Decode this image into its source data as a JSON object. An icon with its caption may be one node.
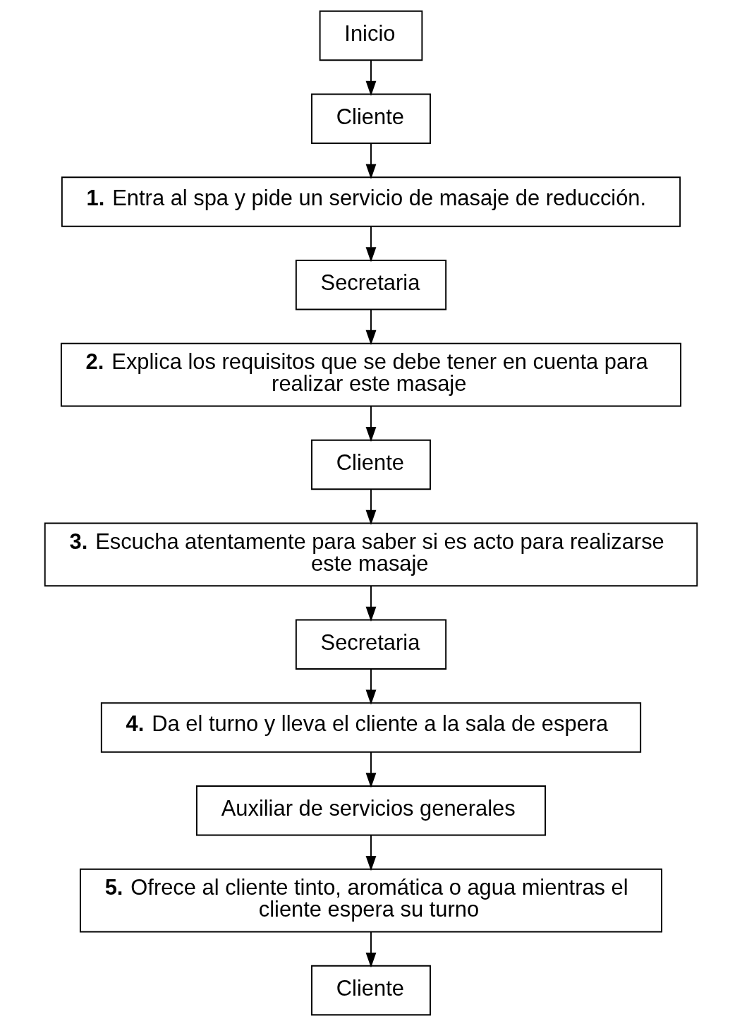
{
  "diagram": {
    "nodes": [
      {
        "text": [
          "Inicio"
        ]
      },
      {
        "text": [
          "Cliente"
        ]
      },
      {
        "text": [
          "**1.** Entra al spa y pide un servicio de masaje de reducción."
        ]
      },
      {
        "text": [
          "Secretaria"
        ]
      },
      {
        "text": [
          "**2.** Explica los requisitos que se debe tener en cuenta para realizar este masaje"
        ]
      },
      {
        "text": [
          "Cliente"
        ]
      },
      {
        "text": [
          "**3.** Escucha atentamente para saber si es acto para realizarse este masaje"
        ]
      },
      {
        "text": [
          "Secretaria"
        ]
      },
      {
        "text": [
          "**4.** Da el turno y lleva el cliente a la sala de espera"
        ]
      },
      {
        "text": [
          "Auxiliar de servicios generales"
        ]
      },
      {
        "text": [
          "**5.** Ofrece al cliente tinto, aromática o agua mientras el cliente espera su turno"
        ]
      },
      {
        "text": [
          "Cliente"
        ]
      }
    ],
    "edges": [
      {
        "from": 0,
        "to": 1,
        "arrow": "to"
      },
      {
        "from": 1,
        "to": 2,
        "arrow": "to"
      },
      {
        "from": 2,
        "to": 3,
        "arrow": "to"
      },
      {
        "from": 3,
        "to": 4,
        "arrow": "to"
      },
      {
        "from": 4,
        "to": 5,
        "arrow": "to"
      },
      {
        "from": 5,
        "to": 6,
        "arrow": "to"
      },
      {
        "from": 6,
        "to": 7,
        "arrow": "to"
      },
      {
        "from": 7,
        "to": 8,
        "arrow": "to"
      },
      {
        "from": 8,
        "to": 9,
        "arrow": "to"
      },
      {
        "from": 9,
        "to": 10,
        "arrow": "to"
      },
      {
        "from": 10,
        "to": 11,
        "arrow": "to"
      }
    ]
  }
}
